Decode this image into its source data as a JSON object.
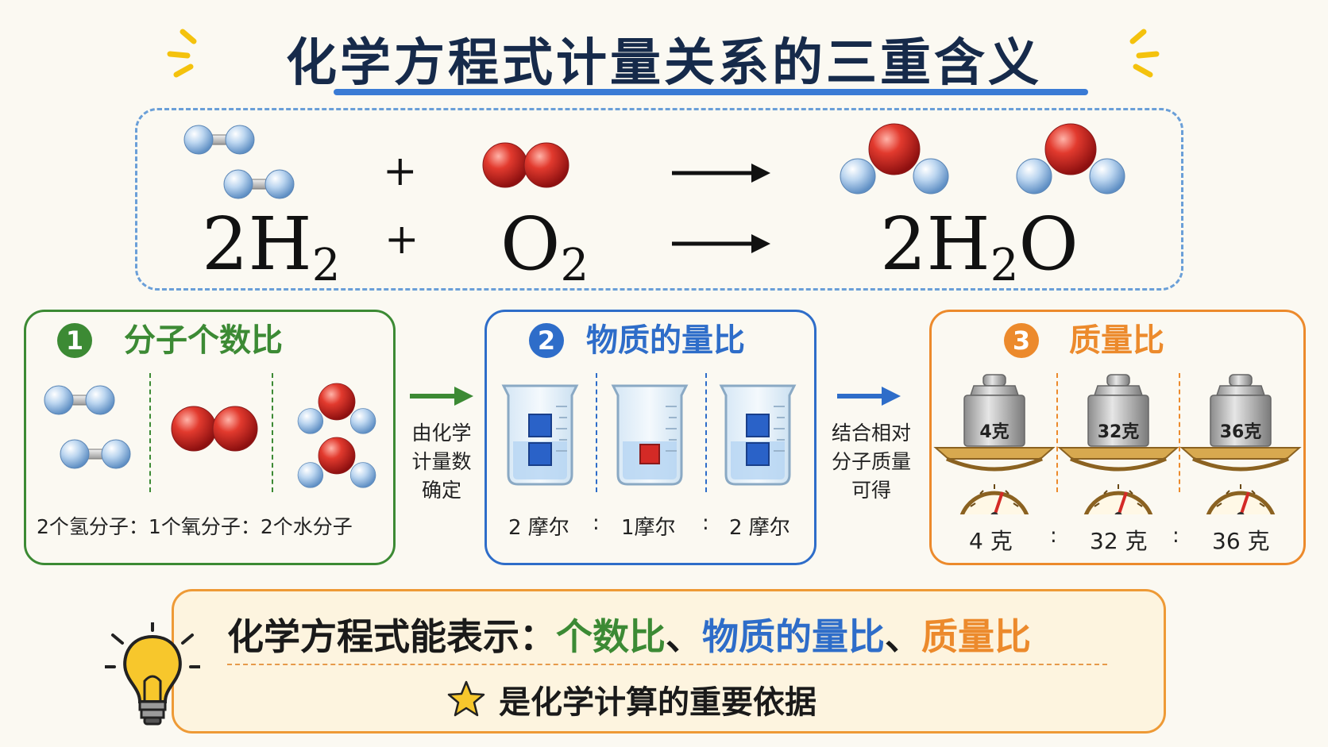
{
  "title": "化学方程式计量关系的三重含义",
  "equation": {
    "r1_coef": "2",
    "r1_el": "H",
    "r1_sub": "2",
    "plus": "+",
    "r2_el": "O",
    "r2_sub": "2",
    "p_coef": "2",
    "p_el1": "H",
    "p_sub": "2",
    "p_el2": "O"
  },
  "panels": [
    {
      "number": "1",
      "title": "分子个数比",
      "color": "#3c8a34",
      "ratio": [
        "2个氢分子",
        "1个氧分子",
        "2个水分子"
      ],
      "separator": "："
    },
    {
      "number": "2",
      "title": "物质的量比",
      "color": "#2e6dc9",
      "ratio": [
        "2 摩尔",
        "1摩尔",
        "2 摩尔"
      ],
      "separator": ":"
    },
    {
      "number": "3",
      "title": "质量比",
      "color": "#ec8a2c",
      "weights": [
        "4克",
        "32克",
        "36克"
      ],
      "ratio": [
        "4 克",
        "32 克",
        "36 克"
      ],
      "separator": ":"
    }
  ],
  "arrows": [
    {
      "label_lines": [
        "由化学",
        "计量数",
        "确定"
      ],
      "color": "#3c8a34"
    },
    {
      "label_lines": [
        "结合相对",
        "分子质量",
        "可得"
      ],
      "color": "#2e6dc9"
    }
  ],
  "summary": {
    "prefix": "化学方程式能表示：",
    "part1": "个数比",
    "sep1": "、",
    "part2": "物质的量比",
    "sep2": "、",
    "part3": "质量比",
    "sub": "是化学计算的重要依据"
  },
  "colors": {
    "title": "#162a4a",
    "hydrogen": "#a9c9ea",
    "oxygen": "#d42a26",
    "green": "#3c8a34",
    "blue": "#2e6dc9",
    "orange": "#ec8a2c"
  },
  "icons": [
    "sparkle-icon",
    "hydrogen-molecule-icon",
    "oxygen-molecule-icon",
    "water-molecule-icon",
    "beaker-icon",
    "weight-icon",
    "scale-icon",
    "arrow-right-icon",
    "lightbulb-icon",
    "star-icon"
  ]
}
